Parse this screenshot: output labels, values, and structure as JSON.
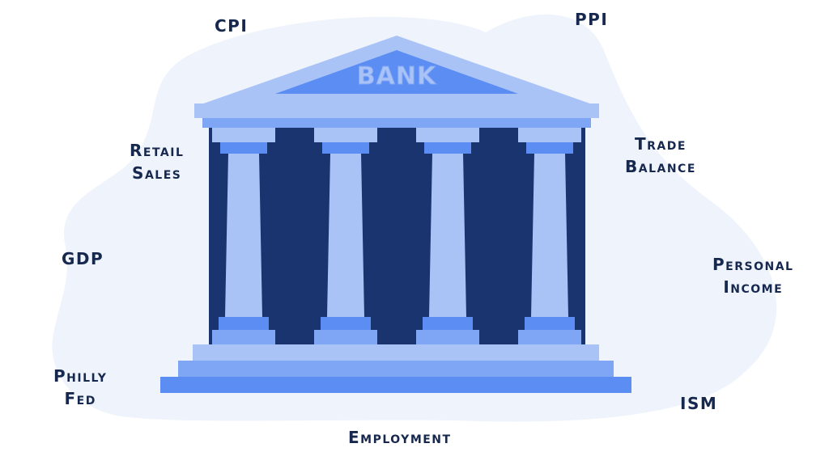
{
  "bank_label": "BANK",
  "labels": {
    "cpi": "CPI",
    "ppi": "PPI",
    "retail_sales": [
      "Retail",
      "Sales"
    ],
    "trade_balance": [
      "Trade",
      "Balance"
    ],
    "gdp": "GDP",
    "personal_income": [
      "Personal",
      "Income"
    ],
    "philly_fed": [
      "Philly",
      "Fed"
    ],
    "ism": "ISM",
    "employment": "Employment"
  },
  "colors": {
    "text": "#17284f",
    "blob": "#eef3fc",
    "roof_light": "#a9c3f7",
    "roof_dark": "#5b8df3",
    "interior": "#1a3470",
    "column": "#a9c3f7",
    "column_band": "#5b8df3",
    "step_light": "#a9c3f7",
    "step_mid": "#7fa5f5",
    "step_dark": "#5b8df3"
  }
}
